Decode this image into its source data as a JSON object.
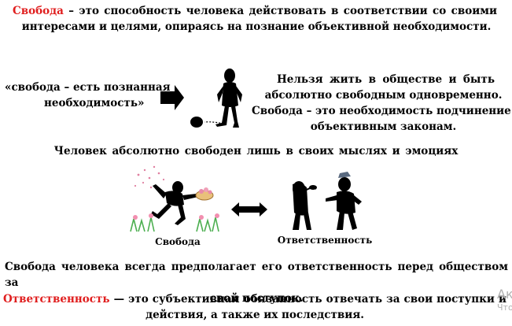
{
  "slide": {
    "definition_freedom": {
      "term": "Свобода",
      "line1_rest": " – это способность человека действовать в соответствии со своими",
      "line2": "интересами и целями, опираясь на познание объективной необходимости."
    },
    "quote": {
      "line1": "«свобода – есть познанная",
      "line2": "необходимость»"
    },
    "right_text": {
      "line1": "Нельзя жить в обществе и быть",
      "line2": "абсолютно свободным одновременно.",
      "line3": "Свобода – это необходимость подчинение",
      "line4": "объективным законам."
    },
    "absolute_freedom": "Человек абсолютно свободен лишь в своих мыслях и эмоциях",
    "caption_freedom": "Свобода",
    "caption_responsibility": "Ответственность",
    "responsibility_statement": {
      "line1": "Свобода человека всегда предполагает его ответственность перед обществом за",
      "line2": "свой поступок."
    },
    "definition_responsibility": {
      "term": "Ответственность",
      "line1_rest": " — это субъективная обязанность отвечать за свои поступки и",
      "line2": "действия, а также их последствия."
    },
    "watermark": {
      "line1": "Ак",
      "line2": "Что"
    },
    "colors": {
      "term": "#e01e1e",
      "text": "#000000",
      "watermark": "#b0b0b0"
    }
  }
}
